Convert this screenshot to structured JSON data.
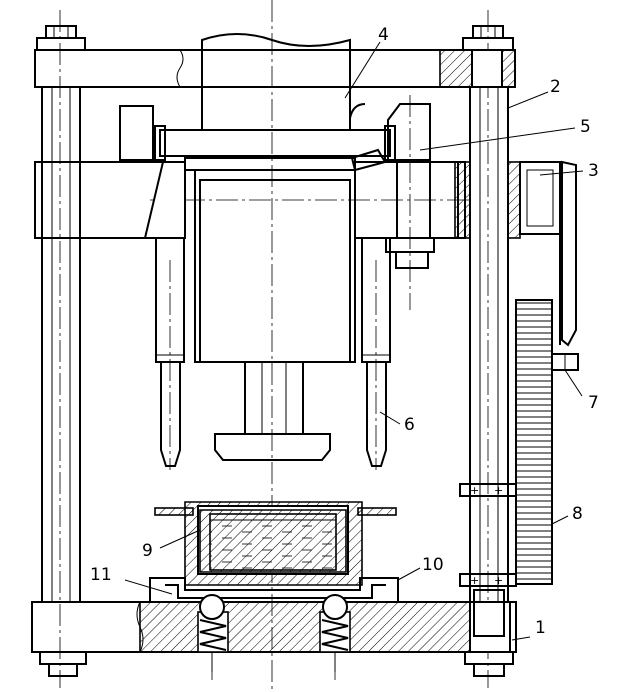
{
  "labels": {
    "l1": "1",
    "l2": "2",
    "l3": "3",
    "l4": "4",
    "l5": "5",
    "l6": "6",
    "l7": "7",
    "l8": "8",
    "l9": "9",
    "l10": "10",
    "l11": "11"
  },
  "colors": {
    "line": "#000000",
    "background": "#ffffff"
  }
}
